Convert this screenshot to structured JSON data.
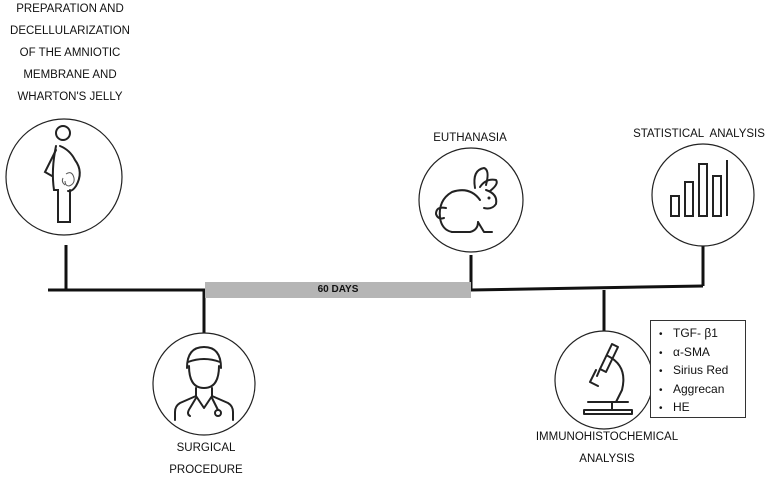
{
  "stages": {
    "preparation": {
      "lines": [
        "PREPARATION AND",
        "DECELLULARIZATION",
        "OF THE AMNIOTIC",
        "MEMBRANE AND",
        "WHARTON'S JELLY"
      ],
      "icon": "pregnant-woman-icon"
    },
    "surgical": {
      "lines": [
        "SURGICAL",
        "PROCEDURE"
      ],
      "icon": "surgeon-icon"
    },
    "euthanasia": {
      "lines": [
        "EUTHANASIA"
      ],
      "icon": "rabbit-icon"
    },
    "immuno": {
      "lines": [
        "IMMUNOHISTOCHEMICAL",
        "ANALYSIS"
      ],
      "icon": "microscope-icon"
    },
    "statistical": {
      "lines": [
        "STATISTICAL  ANALYSIS"
      ],
      "icon": "bar-chart-icon"
    }
  },
  "period_label": "60 DAYS",
  "markers": [
    "TGF- β1",
    "α-SMA",
    "Sirius Red",
    "Aggrecan",
    "HE"
  ],
  "colors": {
    "line": "#111111",
    "period_bar": "#b5b5b5",
    "icon_stroke": "#222222"
  }
}
